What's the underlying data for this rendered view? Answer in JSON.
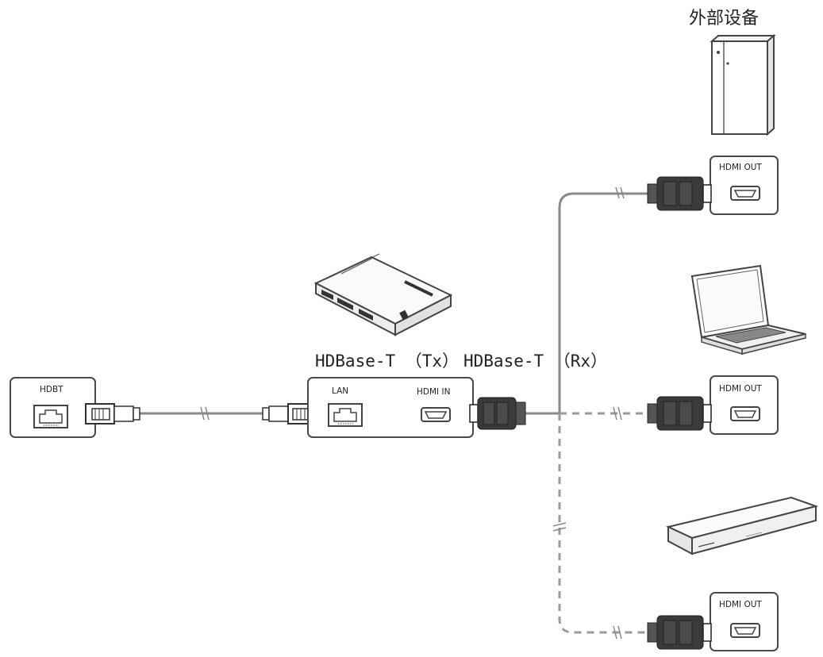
{
  "header": {
    "title": "外部设备"
  },
  "wall_panel": {
    "port_label": "HDBT"
  },
  "transmitter": {
    "lan_label": "LAN",
    "hdmi_in_label": "HDMI IN",
    "caption_tx": "HDBase-T （Tx）",
    "caption_rx": "HDBase-T （Rx）"
  },
  "sources": [
    {
      "device": "desktop-pc",
      "port_label": "HDMI OUT",
      "connection": "solid"
    },
    {
      "device": "laptop",
      "port_label": "HDMI OUT",
      "connection": "dashed"
    },
    {
      "device": "media-player",
      "port_label": "HDMI OUT",
      "connection": "dashed"
    }
  ]
}
